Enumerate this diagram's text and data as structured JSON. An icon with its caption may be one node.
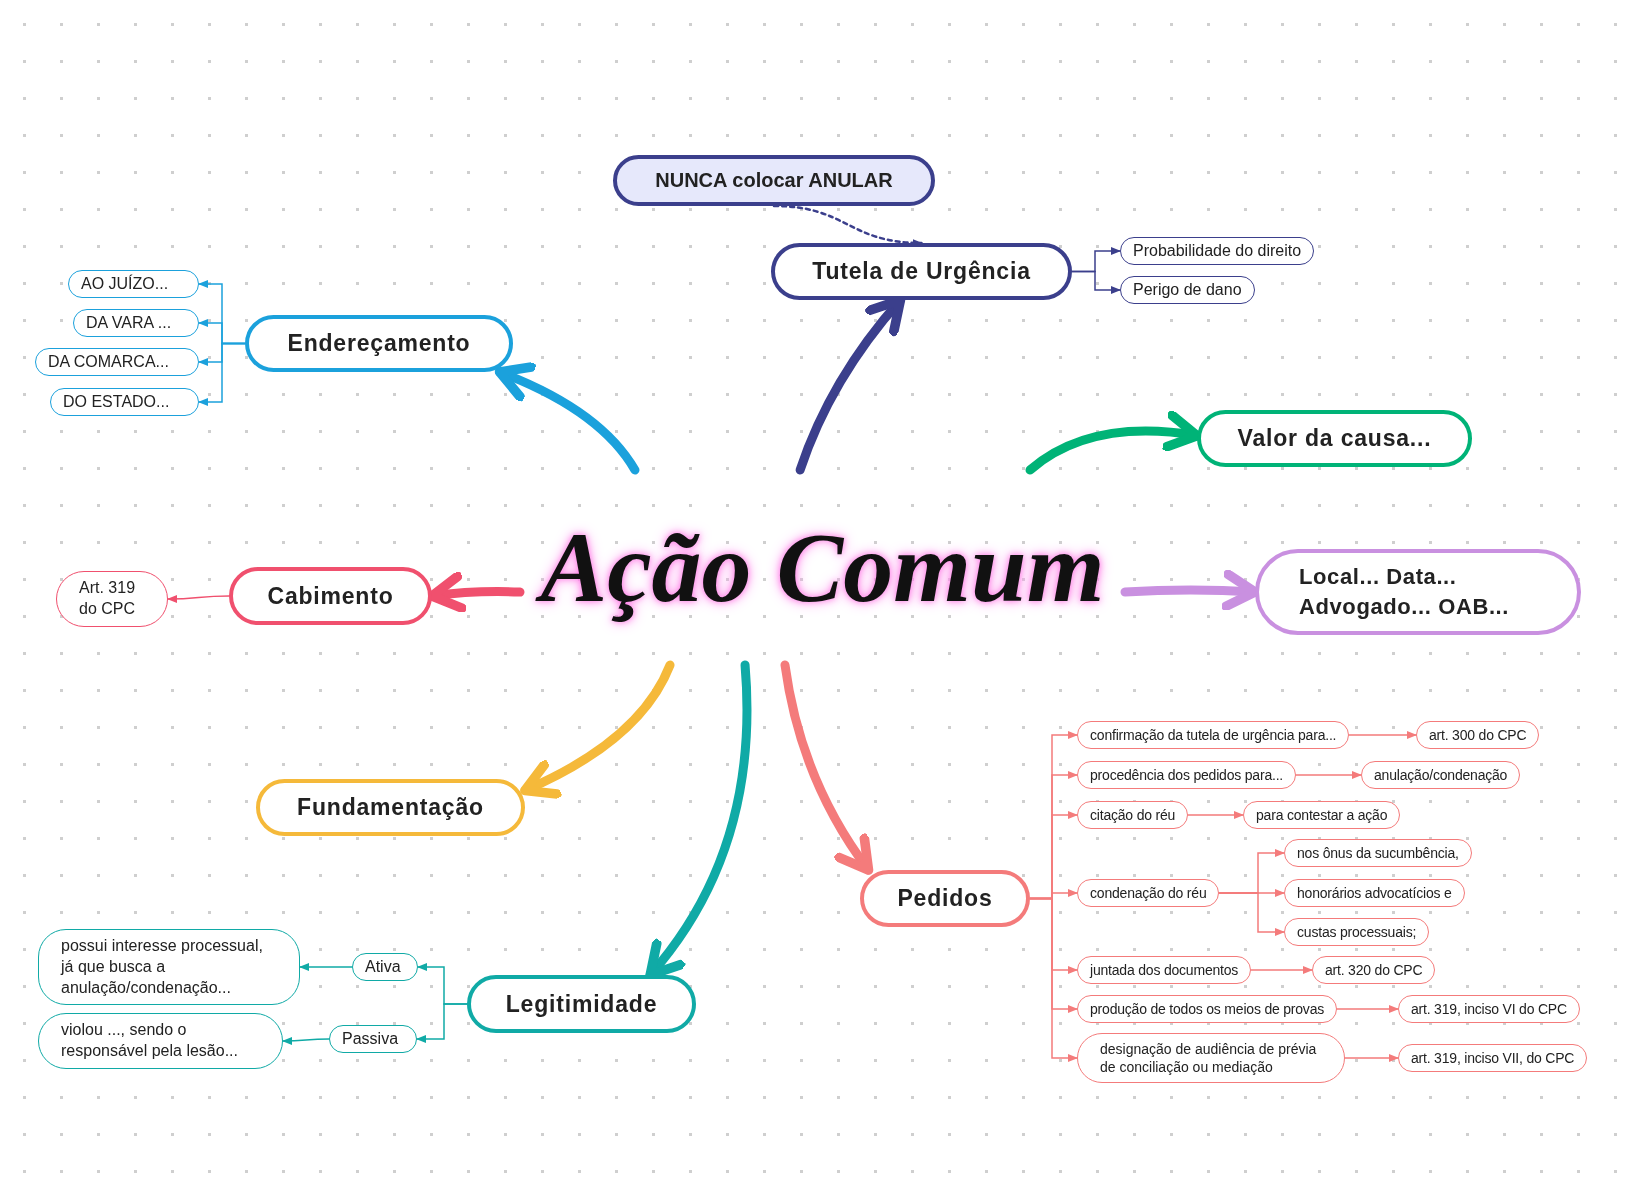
{
  "diagram": {
    "nodes": [
      {
        "text": [
          "Ação Comum"
        ]
      },
      {
        "text": [
          "NUNCA colocar ANULAR"
        ]
      },
      {
        "text": [
          "Tutela de Urgência"
        ]
      },
      {
        "text": [
          "Probabilidade do direito"
        ]
      },
      {
        "text": [
          "Perigo de dano"
        ]
      },
      {
        "text": [
          "Endereçamento"
        ]
      },
      {
        "text": [
          "AO JUÍZO..."
        ]
      },
      {
        "text": [
          "DA VARA ..."
        ]
      },
      {
        "text": [
          "DA COMARCA..."
        ]
      },
      {
        "text": [
          "DO ESTADO..."
        ]
      },
      {
        "text": [
          "Valor da causa..."
        ]
      },
      {
        "text": [
          "Cabimento"
        ]
      },
      {
        "text": [
          "Art. 319 do CPC"
        ]
      },
      {
        "text": [
          "Local... Data... Advogado... OAB..."
        ]
      },
      {
        "text": [
          "Fundamentação"
        ]
      },
      {
        "text": [
          "Pedidos"
        ]
      },
      {
        "text": [
          "confirmação da tutela de urgência para..."
        ]
      },
      {
        "text": [
          "art. 300 do CPC"
        ]
      },
      {
        "text": [
          "procedência dos pedidos para..."
        ]
      },
      {
        "text": [
          "anulação/condenação"
        ]
      },
      {
        "text": [
          "citação do réu"
        ]
      },
      {
        "text": [
          "para contestar a ação"
        ]
      },
      {
        "text": [
          "condenação do réu"
        ]
      },
      {
        "text": [
          "nos ônus da sucumbência,"
        ]
      },
      {
        "text": [
          "honorários advocatícios e"
        ]
      },
      {
        "text": [
          "custas processuais;"
        ]
      },
      {
        "text": [
          "juntada dos documentos"
        ]
      },
      {
        "text": [
          "art. 320 do CPC"
        ]
      },
      {
        "text": [
          "produção de todos os meios de provas"
        ]
      },
      {
        "text": [
          "art. 319, inciso VI do CPC"
        ]
      },
      {
        "text": [
          "designação de audiência de prévia de conciliação ou mediação"
        ]
      },
      {
        "text": [
          "art. 319, inciso VII, do CPC"
        ]
      },
      {
        "text": [
          "Legitimidade"
        ]
      },
      {
        "text": [
          "Ativa"
        ]
      },
      {
        "text": [
          "Passiva"
        ]
      },
      {
        "text": [
          "possui interesse processual, já que busca a anulação/condenação..."
        ]
      },
      {
        "text": [
          "violou ..., sendo o responsável pela lesão..."
        ]
      }
    ],
    "edges": [
      {
        "from": 0,
        "to": 2,
        "arrow": "to",
        "style": "thick",
        "color": "#3b3f8c"
      },
      {
        "from": 1,
        "to": 2,
        "arrow": "to",
        "style": "dashed",
        "color": "#3b3f8c"
      },
      {
        "from": 2,
        "to": 3,
        "arrow": "to",
        "color": "#3b3f8c"
      },
      {
        "from": 2,
        "to": 4,
        "arrow": "to",
        "color": "#3b3f8c"
      },
      {
        "from": 0,
        "to": 5,
        "arrow": "to",
        "style": "thick",
        "color": "#1ba1dc"
      },
      {
        "from": 5,
        "to": 6,
        "arrow": "to",
        "color": "#1ba1dc"
      },
      {
        "from": 5,
        "to": 7,
        "arrow": "to",
        "color": "#1ba1dc"
      },
      {
        "from": 5,
        "to": 8,
        "arrow": "to",
        "color": "#1ba1dc"
      },
      {
        "from": 5,
        "to": 9,
        "arrow": "to",
        "color": "#1ba1dc"
      },
      {
        "from": 0,
        "to": 10,
        "arrow": "to",
        "style": "thick",
        "color": "#00b377"
      },
      {
        "from": 0,
        "to": 11,
        "arrow": "to",
        "style": "thick",
        "color": "#f0506e"
      },
      {
        "from": 11,
        "to": 12,
        "arrow": "to",
        "color": "#f0506e"
      },
      {
        "from": 0,
        "to": 13,
        "arrow": "to",
        "style": "thick",
        "color": "#c990e0"
      },
      {
        "from": 0,
        "to": 14,
        "arrow": "to",
        "style": "thick",
        "color": "#f5b93a"
      },
      {
        "from": 0,
        "to": 15,
        "arrow": "to",
        "style": "thick",
        "color": "#f47b7b"
      },
      {
        "from": 15,
        "to": 16,
        "arrow": "to",
        "color": "#f47b7b"
      },
      {
        "from": 16,
        "to": 17,
        "arrow": "to",
        "color": "#f47b7b"
      },
      {
        "from": 15,
        "to": 18,
        "arrow": "to",
        "color": "#f47b7b"
      },
      {
        "from": 18,
        "to": 19,
        "arrow": "to",
        "color": "#f47b7b"
      },
      {
        "from": 15,
        "to": 20,
        "arrow": "to",
        "color": "#f47b7b"
      },
      {
        "from": 20,
        "to": 21,
        "arrow": "to",
        "color": "#f47b7b"
      },
      {
        "from": 15,
        "to": 22,
        "arrow": "to",
        "color": "#f47b7b"
      },
      {
        "from": 22,
        "to": 23,
        "arrow": "to",
        "color": "#f47b7b"
      },
      {
        "from": 22,
        "to": 24,
        "arrow": "to",
        "color": "#f47b7b"
      },
      {
        "from": 22,
        "to": 25,
        "arrow": "to",
        "color": "#f47b7b"
      },
      {
        "from": 15,
        "to": 26,
        "arrow": "to",
        "color": "#f47b7b"
      },
      {
        "from": 26,
        "to": 27,
        "arrow": "to",
        "color": "#f47b7b"
      },
      {
        "from": 15,
        "to": 28,
        "arrow": "to",
        "color": "#f47b7b"
      },
      {
        "from": 28,
        "to": 29,
        "arrow": "to",
        "color": "#f47b7b"
      },
      {
        "from": 15,
        "to": 30,
        "arrow": "to",
        "color": "#f47b7b"
      },
      {
        "from": 30,
        "to": 31,
        "arrow": "to",
        "color": "#f47b7b"
      },
      {
        "from": 0,
        "to": 32,
        "arrow": "to",
        "style": "thick",
        "color": "#10aaa6"
      },
      {
        "from": 32,
        "to": 33,
        "arrow": "to",
        "color": "#10aaa6"
      },
      {
        "from": 32,
        "to": 34,
        "arrow": "to",
        "color": "#10aaa6"
      },
      {
        "from": 33,
        "to": 35,
        "arrow": "to",
        "color": "#10aaa6"
      },
      {
        "from": 34,
        "to": 36,
        "arrow": "to",
        "color": "#10aaa6"
      }
    ]
  }
}
